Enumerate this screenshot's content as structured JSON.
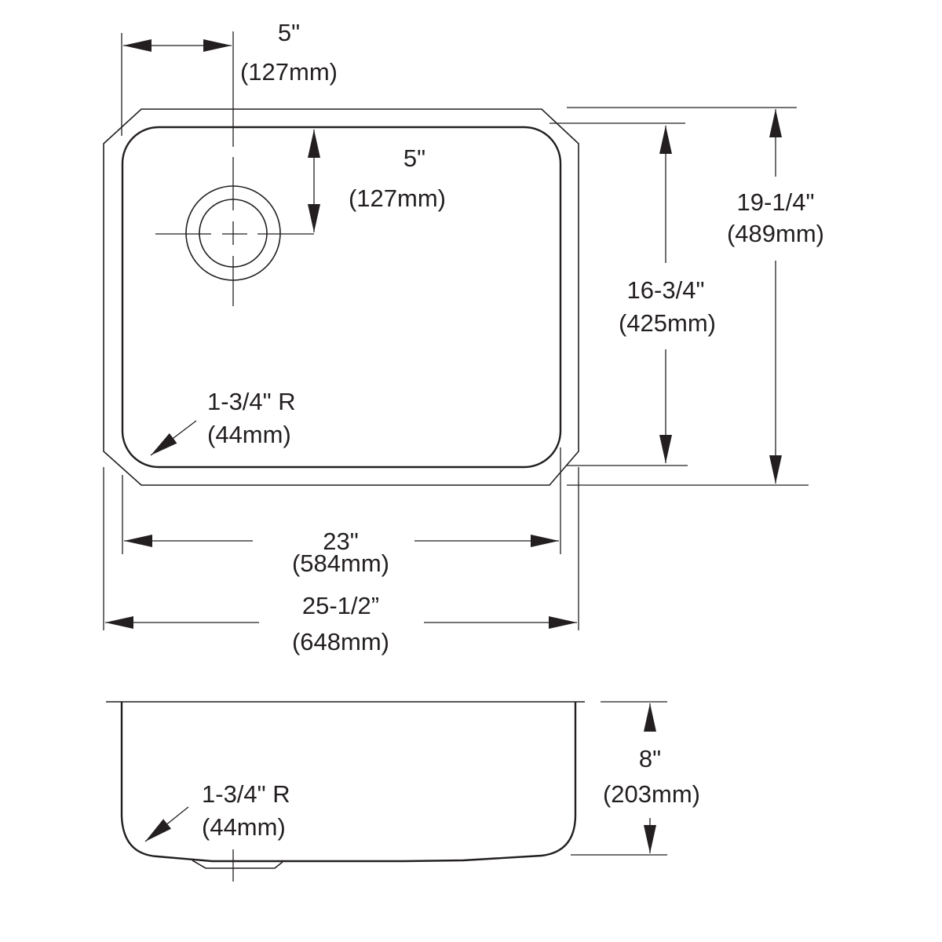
{
  "top_view": {
    "drain_offset": {
      "inches": "5\"",
      "mm": "(127mm)"
    },
    "drain_offset_vertical": {
      "inches": "5\"",
      "mm": "(127mm)"
    },
    "overall_depth": {
      "inches": "19-1/4\"",
      "mm": "(489mm)"
    },
    "bowl_depth": {
      "inches": "16-3/4\"",
      "mm": "(425mm)"
    },
    "corner_radius": {
      "inches": "1-3/4\" R",
      "mm": "(44mm)"
    },
    "bowl_width": {
      "inches": "23\"",
      "mm": "(584mm)"
    },
    "overall_width": {
      "inches": "25-1/2”",
      "mm": "(648mm)"
    }
  },
  "side_view": {
    "bowl_height": {
      "inches": "8\"",
      "mm": "(203mm)"
    },
    "corner_radius": {
      "inches": "1-3/4\" R",
      "mm": "(44mm)"
    }
  },
  "colors": {
    "line": "#231f20",
    "background": "#ffffff"
  }
}
